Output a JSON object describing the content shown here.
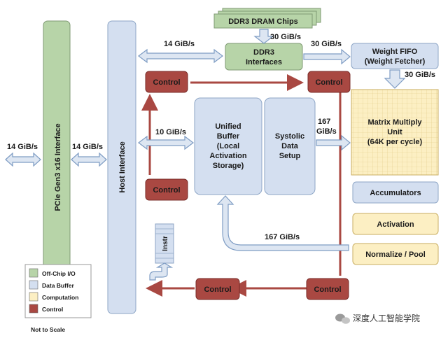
{
  "colors": {
    "off_chip_io": "#b7d4a8",
    "data_buffer": "#d4dff0",
    "computation": "#fcefc3",
    "control": "#a94842",
    "arrow_fill": "#dde6f2",
    "arrow_stroke": "#7f9dc4",
    "control_arrow": "#a94842"
  },
  "blocks": {
    "ddr3_chips": "DDR3 DRAM Chips",
    "ddr3_interfaces_l1": "DDR3",
    "ddr3_interfaces_l2": "Interfaces",
    "weight_fifo_l1": "Weight FIFO",
    "weight_fifo_l2": "(Weight Fetcher)",
    "pcie": "PCIe Gen3 x16 Interface",
    "host_interface": "Host Interface",
    "unified_buffer_l1": "Unified",
    "unified_buffer_l2": "Buffer",
    "unified_buffer_l3": "(Local",
    "unified_buffer_l4": "Activation",
    "unified_buffer_l5": "Storage)",
    "systolic_l1": "Systolic",
    "systolic_l2": "Data",
    "systolic_l3": "Setup",
    "mmu_l1": "Matrix Multiply",
    "mmu_l2": "Unit",
    "mmu_l3": "(64K per cycle)",
    "accumulators": "Accumulators",
    "activation": "Activation",
    "normalize_pool": "Normalize / Pool",
    "instr": "Instr",
    "control": "Control"
  },
  "labels": {
    "pcie_left": "14 GiB/s",
    "pcie_host": "14 GiB/s",
    "host_ddr3": "14 GiB/s",
    "chips_ddr3": "30 GiB/s",
    "ddr3_fifo": "30 GiB/s",
    "fifo_mmu": "30 GiB/s",
    "host_ub": "10 GiB/s",
    "setup_mmu_l1": "167",
    "setup_mmu_l2": "GiB/s",
    "return": "167 GiB/s"
  },
  "legend": [
    {
      "label": "Off-Chip I/O",
      "color": "#b7d4a8"
    },
    {
      "label": "Data Buffer",
      "color": "#d4dff0"
    },
    {
      "label": "Computation",
      "color": "#fcefc3"
    },
    {
      "label": "Control",
      "color": "#a94842"
    }
  ],
  "not_to_scale": "Not to Scale",
  "watermark": "深度人工智能学院"
}
